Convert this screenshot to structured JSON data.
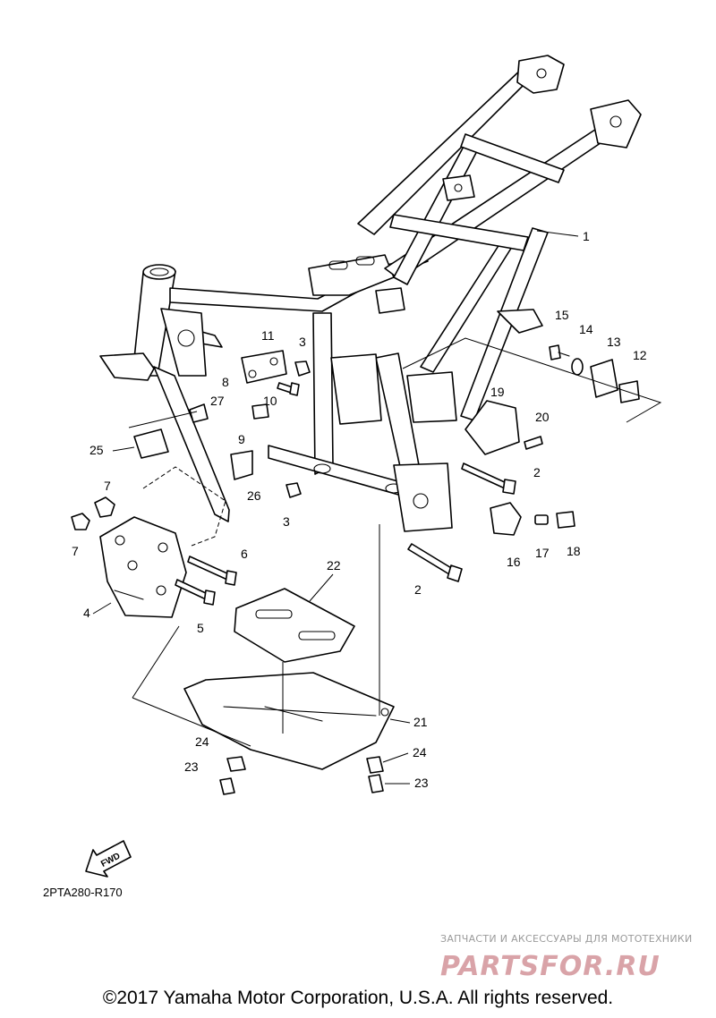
{
  "diagram": {
    "callouts": [
      "1",
      "2",
      "2",
      "3",
      "3",
      "4",
      "5",
      "6",
      "7",
      "7",
      "8",
      "9",
      "10",
      "11",
      "12",
      "13",
      "14",
      "15",
      "16",
      "17",
      "18",
      "19",
      "20",
      "21",
      "22",
      "23",
      "23",
      "24",
      "24",
      "25",
      "26",
      "27"
    ],
    "direction_label": "FWD",
    "diagram_code": "2PTA280-R170"
  },
  "watermark": {
    "tagline": "ЗАПЧАСТИ И АКСЕССУАРЫ ДЛЯ МОТОТЕХНИКИ",
    "logo_text": "PARTSFOR.RU",
    "logo_color": "#d9a3a8"
  },
  "footer": {
    "copyright": "©2017 Yamaha Motor Corporation, U.S.A. All rights reserved."
  }
}
